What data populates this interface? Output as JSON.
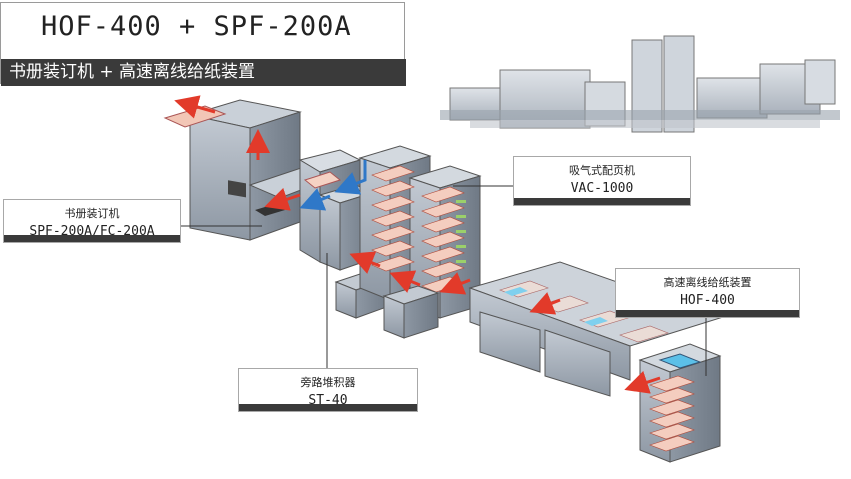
{
  "title": {
    "main": "HOF-400 + SPF-200A",
    "sub": "书册装订机 + 高速离线给纸装置"
  },
  "labels": {
    "collator": {
      "name": "吸气式配页机",
      "model": "VAC-1000"
    },
    "bookletmaker": {
      "name": "书册装订机",
      "model": "SPF-200A/FC-200A"
    },
    "feeder": {
      "name": "高速离线给纸装置",
      "model": "HOF-400"
    },
    "stacker": {
      "name": "旁路堆积器",
      "model": "ST-40"
    }
  },
  "colors": {
    "machine": "#aab3be",
    "machine_dark": "#7b8591",
    "paper_flow": "#e23a2a",
    "bypass_flow": "#2f78c8",
    "label_bar": "#3a3a3a"
  }
}
